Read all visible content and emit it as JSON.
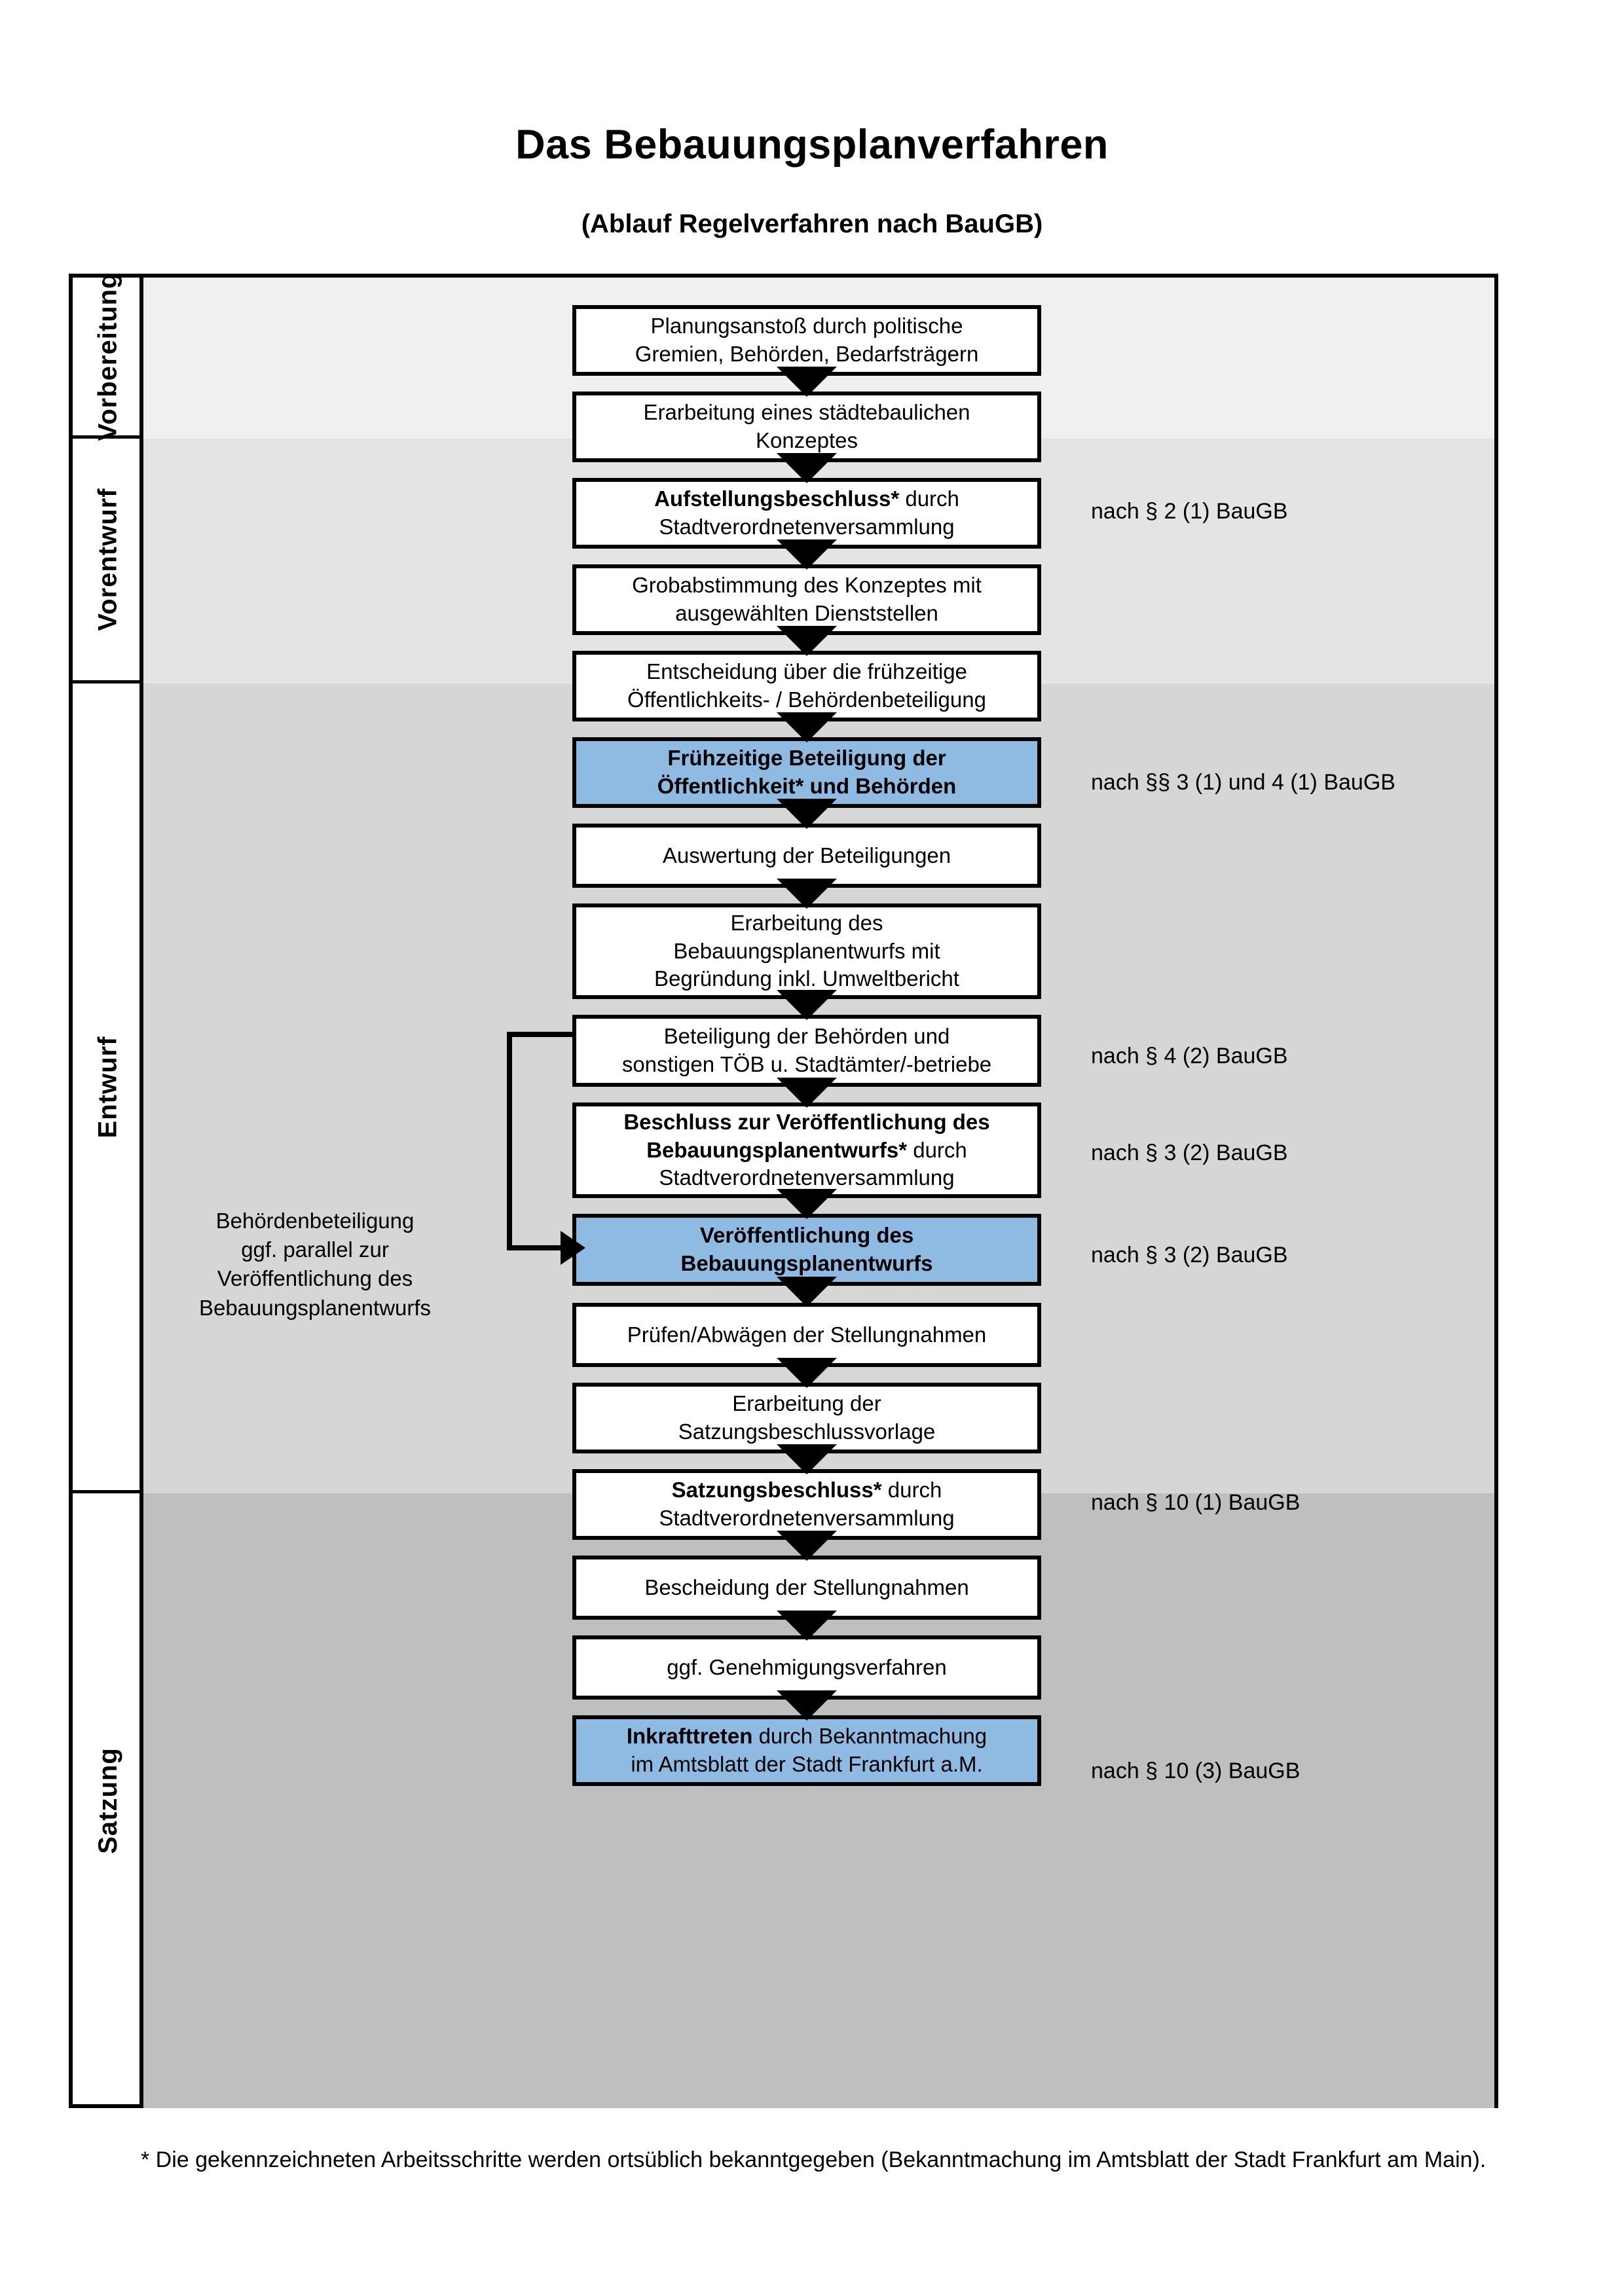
{
  "header": {
    "title": "Das Bebauungsplanverfahren",
    "subtitle": "(Ablauf Regelverfahren nach BauGB)"
  },
  "phases": [
    {
      "label": "Vorbereitung"
    },
    {
      "label": "Vorentwurf"
    },
    {
      "label": "Entwurf"
    },
    {
      "label": "Satzung"
    }
  ],
  "nodes": [
    {
      "id": "n1",
      "text": "Planungsanstoß durch politische Gremien, Behörden, Bedarfsträgern",
      "highlight": false,
      "bold_prefix": ""
    },
    {
      "id": "n2",
      "text": "Erarbeitung eines städtebaulichen Konzeptes",
      "highlight": false,
      "bold_prefix": ""
    },
    {
      "id": "n3",
      "text": "Aufstellungsbeschluss* durch Stadtverordnetenversammlung",
      "highlight": false,
      "bold_prefix": "Aufstellungsbeschluss*"
    },
    {
      "id": "n4",
      "text": "Grobabstimmung des Konzeptes mit ausgewählten Dienststellen",
      "highlight": false,
      "bold_prefix": ""
    },
    {
      "id": "n5",
      "text": "Entscheidung über die frühzeitige Öffentlichkeits- / Behördenbeteiligung",
      "highlight": false,
      "bold_prefix": ""
    },
    {
      "id": "n6",
      "text": "Frühzeitige Beteiligung der Öffentlichkeit* und Behörden",
      "highlight": true,
      "bold_prefix": "ALL"
    },
    {
      "id": "n7",
      "text": "Auswertung der Beteiligungen",
      "highlight": false,
      "bold_prefix": ""
    },
    {
      "id": "n8",
      "text": "Erarbeitung des Bebauungsplanentwurfs mit Begründung inkl. Umweltbericht",
      "highlight": false,
      "bold_prefix": ""
    },
    {
      "id": "n9",
      "text": "Beteiligung der Behörden und sonstigen TÖB u. Stadtämter/-betriebe",
      "highlight": false,
      "bold_prefix": ""
    },
    {
      "id": "n10",
      "text": "Beschluss zur Veröffentlichung des Bebauungsplanentwurfs* durch Stadtverordnetenversammlung",
      "highlight": false,
      "bold_prefix": "Beschluss zur Veröffentlichung des Bebauungsplanentwurfs*"
    },
    {
      "id": "n11",
      "text": "Veröffentlichung des Bebauungsplanentwurfs",
      "highlight": true,
      "bold_prefix": "ALL"
    },
    {
      "id": "n12",
      "text": "Prüfen/Abwägen der Stellungnahmen",
      "highlight": false,
      "bold_prefix": ""
    },
    {
      "id": "n13",
      "text": "Erarbeitung der Satzungsbeschlussvorlage",
      "highlight": false,
      "bold_prefix": ""
    },
    {
      "id": "n14",
      "text": "Satzungsbeschluss* durch Stadtverordnetenversammlung",
      "highlight": false,
      "bold_prefix": "Satzungsbeschluss*"
    },
    {
      "id": "n15",
      "text": "Bescheidung der Stellungnahmen",
      "highlight": false,
      "bold_prefix": ""
    },
    {
      "id": "n16",
      "text": "ggf. Genehmigungsverfahren",
      "highlight": false,
      "bold_prefix": ""
    },
    {
      "id": "n17",
      "text": "Inkrafttreten durch Bekanntmachung im Amtsblatt der Stadt Frankfurt a.M.",
      "highlight": true,
      "bold_prefix": "Inkrafttreten"
    }
  ],
  "node_lines": {
    "n1": [
      "Planungsanstoß durch politische",
      "Gremien, Behörden, Bedarfsträgern"
    ],
    "n2": [
      "Erarbeitung eines städtebaulichen",
      "Konzeptes"
    ],
    "n3": [
      "Aufstellungsbeschluss* durch",
      "Stadtverordnetenversammlung"
    ],
    "n4": [
      "Grobabstimmung des Konzeptes mit",
      "ausgewählten Dienststellen"
    ],
    "n5": [
      "Entscheidung über die frühzeitige",
      "Öffentlichkeits- / Behördenbeteiligung"
    ],
    "n6": [
      "Frühzeitige Beteiligung der",
      "Öffentlichkeit* und Behörden"
    ],
    "n7": [
      "Auswertung der Beteiligungen"
    ],
    "n8": [
      "Erarbeitung des",
      "Bebauungsplanentwurfs mit",
      "Begründung inkl. Umweltbericht"
    ],
    "n9": [
      "Beteiligung der Behörden und",
      "sonstigen TÖB u. Stadtämter/-betriebe"
    ],
    "n10": [
      "Beschluss zur Veröffentlichung des",
      "Bebauungsplanentwurfs* durch",
      "Stadtverordnetenversammlung"
    ],
    "n11": [
      "Veröffentlichung des",
      "Bebauungsplanentwurfs"
    ],
    "n12": [
      "Prüfen/Abwägen der Stellungnahmen"
    ],
    "n13": [
      "Erarbeitung der",
      "Satzungsbeschlussvorlage"
    ],
    "n14": [
      "Satzungsbeschluss* durch",
      "Stadtverordnetenversammlung"
    ],
    "n15": [
      "Bescheidung der Stellungnahmen"
    ],
    "n16": [
      "ggf. Genehmigungsverfahren"
    ],
    "n17": [
      "Inkrafttreten durch Bekanntmachung",
      "im Amtsblatt der Stadt Frankfurt a.M."
    ]
  },
  "side_note": {
    "lines": [
      "Behördenbeteiligung",
      "ggf. parallel zur",
      "Veröffentlichung des",
      "Bebauungsplanentwurfs"
    ]
  },
  "legal_refs": [
    {
      "id": "r1",
      "text": "nach § 2 (1) BauGB"
    },
    {
      "id": "r2",
      "text": "nach §§ 3 (1) und 4 (1) BauGB"
    },
    {
      "id": "r3",
      "text": "nach § 4 (2) BauGB"
    },
    {
      "id": "r4",
      "text": "nach § 3 (2) BauGB"
    },
    {
      "id": "r5",
      "text": "nach § 3 (2) BauGB"
    },
    {
      "id": "r6",
      "text": "nach § 10 (1) BauGB"
    },
    {
      "id": "r7",
      "text": "nach § 10 (3) BauGB"
    }
  ],
  "footnote": {
    "text": "* Die gekennzeichneten Arbeitsschritte werden ortsüblich bekanntgegeben (Bekanntmachung im Amtsblatt  der Stadt Frankfurt am Main)."
  },
  "colors": {
    "highlight_blue": "#8fbbe3",
    "band_1": "#f0f0f0",
    "band_2": "#e4e4e4",
    "band_3": "#d6d6d6",
    "band_4": "#bfbfbf",
    "line": "#000000"
  }
}
